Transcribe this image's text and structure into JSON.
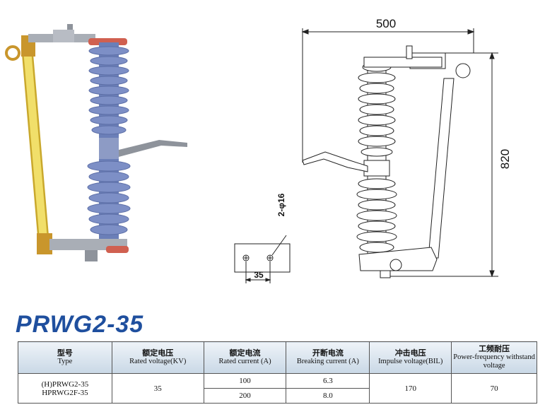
{
  "drawing": {
    "width_dim": "500",
    "height_dim": "820",
    "hole_dim": "2-φ16",
    "spacing_dim": "35"
  },
  "title": "PRWG2-35",
  "table": {
    "headers": [
      {
        "cn": "型号",
        "en": "Type"
      },
      {
        "cn": "额定电压",
        "en": "Rated voltage(KV)"
      },
      {
        "cn": "额定电流",
        "en": "Rated current (A)"
      },
      {
        "cn": "开断电流",
        "en": "Breaking current (A)"
      },
      {
        "cn": "冲击电压",
        "en": "Impulse voltage(BIL)"
      },
      {
        "cn": "工频耐压",
        "en": "Power-frequency withstand voltage"
      }
    ],
    "type_line1": "(H)PRWG2-35",
    "type_line2": "HPRWG2F-35",
    "rated_voltage": "35",
    "rows": [
      {
        "current": "100",
        "breaking": "6.3"
      },
      {
        "current": "200",
        "breaking": "8.0"
      }
    ],
    "impulse": "170",
    "withstand": "70"
  },
  "colors": {
    "title": "#1f4f9e",
    "insulator": "#7d8fc6",
    "fuse_tube": "#f1df6a",
    "header_bg": "#c9d8e6"
  }
}
